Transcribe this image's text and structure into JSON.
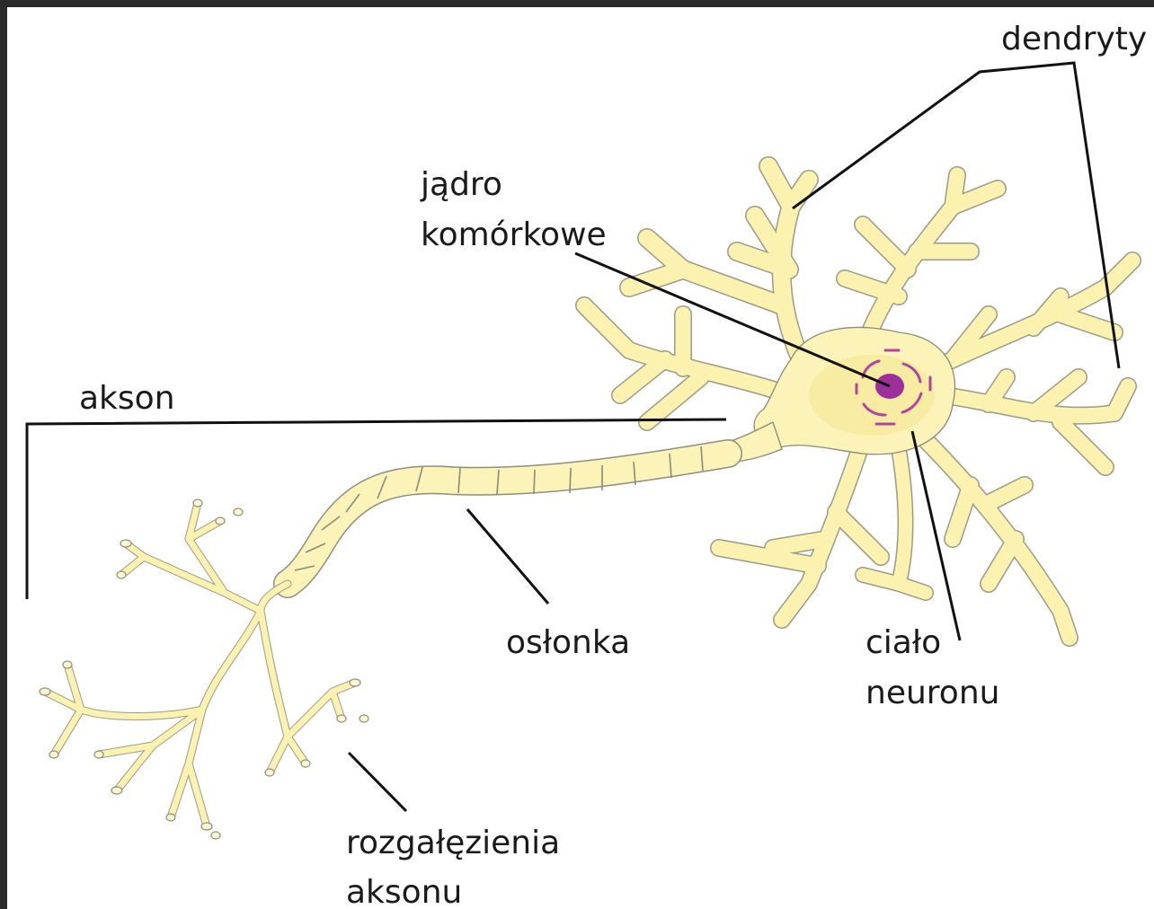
{
  "labels": {
    "dendrites": "dendryty",
    "nucleus_line1": "jądro",
    "nucleus_line2": "komórkowe",
    "axon": "akson",
    "sheath": "osłonka",
    "soma_line1": "ciało",
    "soma_line2": "neuronu",
    "terminals_line1": "rozgałęzienia",
    "terminals_line2": "aksonu"
  },
  "colors": {
    "background_frame": "#2b2b2b",
    "canvas": "#ffffff",
    "cell_fill": "#fbf3b8",
    "nucleus": "#9b2f9b",
    "leader_lines": "#111111"
  }
}
